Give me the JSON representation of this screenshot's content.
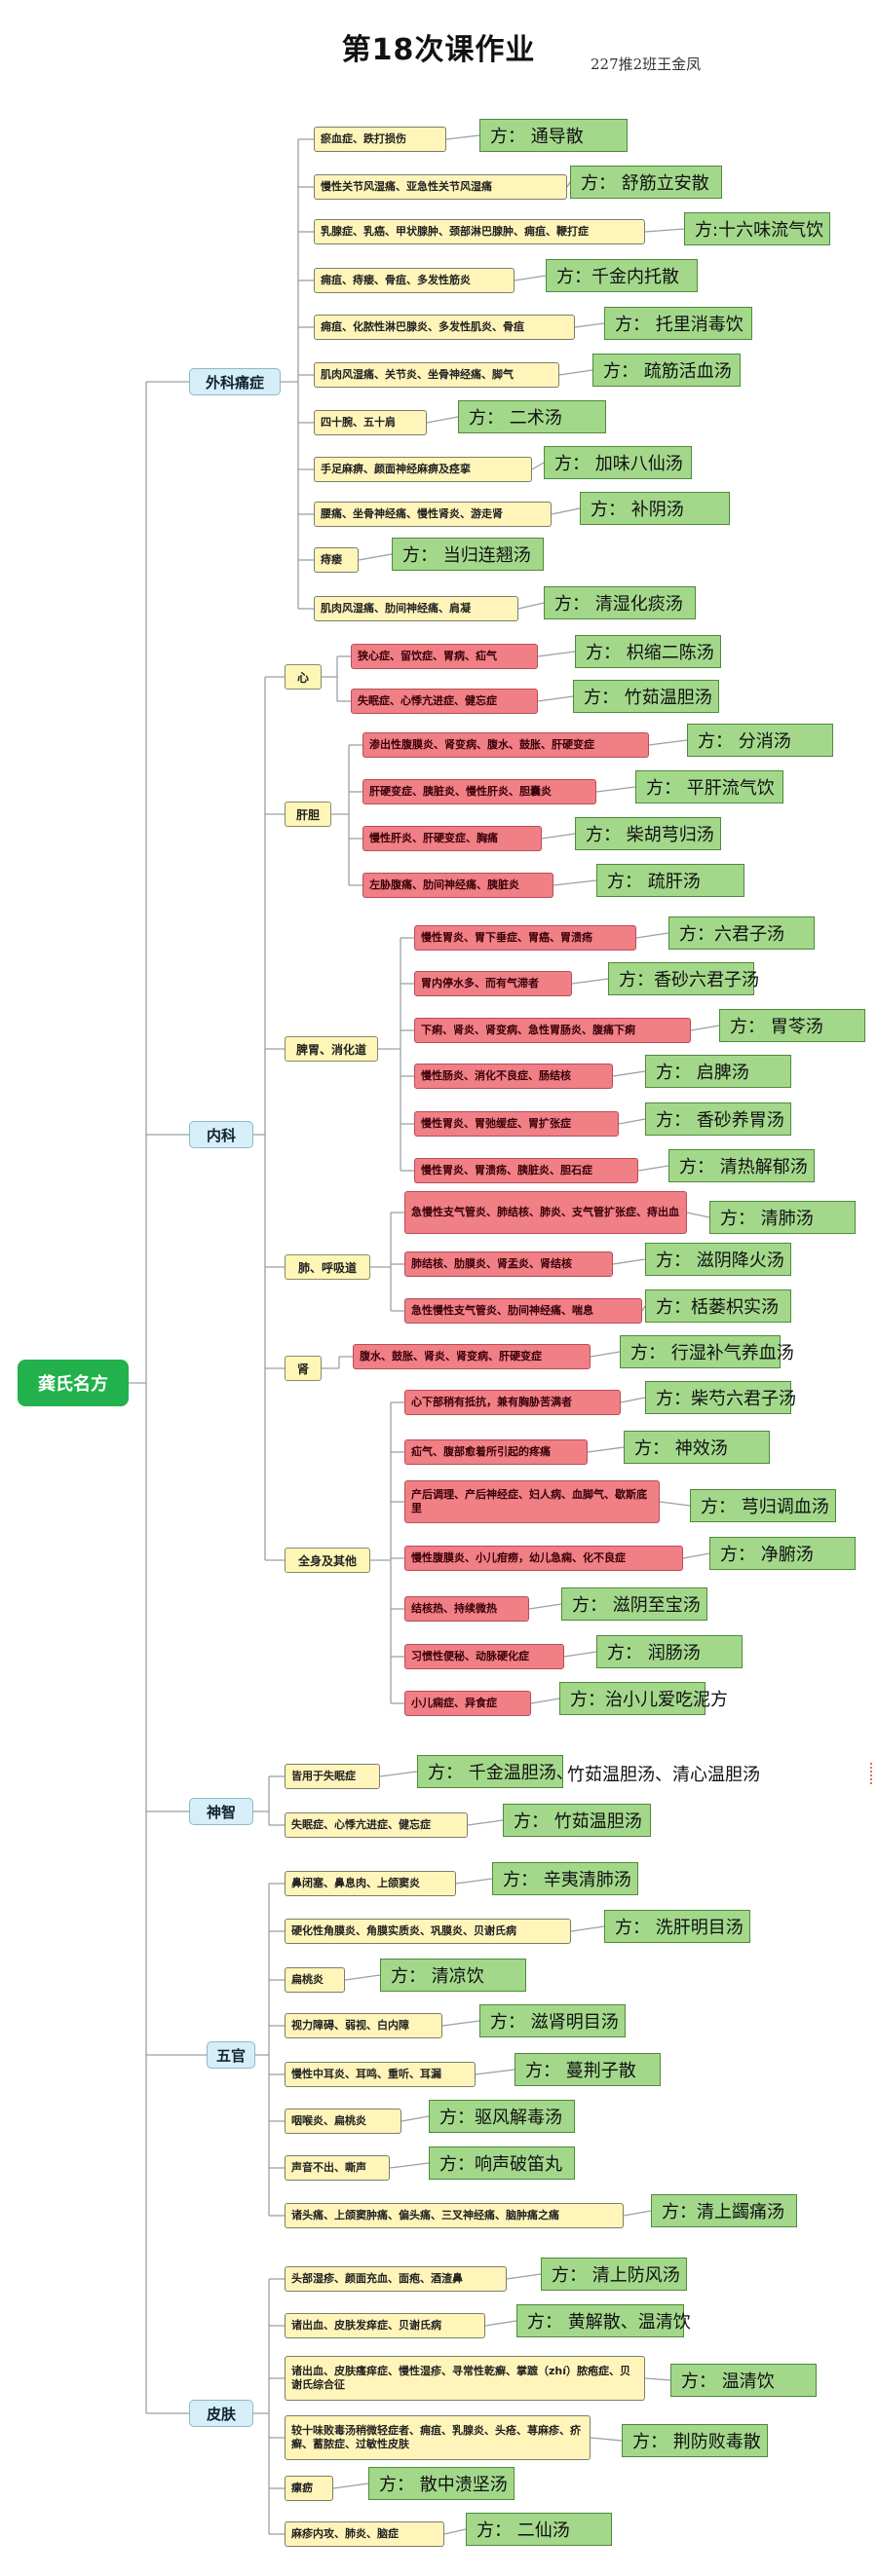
{
  "title": "第18次课作业",
  "subtitle": "227推2班王金凤",
  "root": "龚氏名方",
  "categories": [
    {
      "label": "外科痛症",
      "groups": [
        {
          "label": "",
          "items": [
            {
              "sym": "瘀血症、跌打损伤",
              "fang": "方：   通导散"
            },
            {
              "sym": "慢性关节风湿痛、亚急性关节风湿痛",
              "fang": "方：  舒筋立安散"
            },
            {
              "sym": "乳腺症、乳癌、甲状腺肿、颈部淋巴腺肿、痈疽、鞭打症",
              "fang": "方:十六味流气饮"
            },
            {
              "sym": "痈疽、痔瘘、骨疽、多发性筋炎",
              "fang": "方：千金内托散"
            },
            {
              "sym": "痈疽、化脓性淋巴腺炎、多发性肌炎、骨疽",
              "fang": "方：  托里消毒饮"
            },
            {
              "sym": "肌肉风湿痛、关节炎、坐骨神经痛、脚气",
              "fang": "方：  疏筋活血汤"
            },
            {
              "sym": "四十腕、五十肩",
              "fang": "方：   二术汤"
            },
            {
              "sym": "手足麻痹、颜面神经麻痹及痉挛",
              "fang": "方：  加味八仙汤"
            },
            {
              "sym": "腰痛、坐骨神经痛、慢性肾炎、游走肾",
              "fang": "方：   补阴汤"
            },
            {
              "sym": "痔瘘",
              "fang": "方：  当归连翘汤"
            },
            {
              "sym": "肌肉风湿痛、肋间神经痛、肩凝",
              "fang": "方：  清湿化痰汤"
            }
          ]
        }
      ]
    },
    {
      "label": "内科",
      "groups": [
        {
          "label": "心",
          "items": [
            {
              "sym": "狭心症、留饮症、胃病、疝气",
              "fang": "方：  枳缩二陈汤"
            },
            {
              "sym": "失眠症、心悸亢进症、健忘症",
              "fang": "方：  竹茹温胆汤"
            }
          ]
        },
        {
          "label": "肝胆",
          "items": [
            {
              "sym": "渗出性腹膜炎、肾变病、腹水、鼓胀、肝硬变症",
              "fang": "方：   分消汤"
            },
            {
              "sym": "肝硬变症、胰脏炎、慢性肝炎、胆囊炎",
              "fang": "方：  平肝流气饮"
            },
            {
              "sym": "慢性肝炎、肝硬变症、胸痛",
              "fang": "方：  柴胡芎归汤"
            },
            {
              "sym": "左胁腹痛、肋间神经痛、胰脏炎",
              "fang": "方：    疏肝汤"
            }
          ]
        },
        {
          "label": "脾胃、消化道",
          "items": [
            {
              "sym": "慢性胃炎、胃下垂症、胃癌、胃溃疡",
              "fang": "方：六君子汤"
            },
            {
              "sym": "胃内停水多、而有气滞者",
              "fang": "方：香砂六君子汤"
            },
            {
              "sym": "下痢、肾炎、肾变病、急性胃肠炎、腹痛下痢",
              "fang": "方：  胃苓汤"
            },
            {
              "sym": "慢性肠炎、消化不良症、肠结核",
              "fang": "方：  启脾汤"
            },
            {
              "sym": "慢性胃炎、胃弛缓症、胃扩张症",
              "fang": "方：  香砂养胃汤"
            },
            {
              "sym": "慢性胃炎、胃溃疡、胰脏炎、胆石症",
              "fang": "方：  清热解郁汤"
            }
          ]
        },
        {
          "label": "肺、呼吸道",
          "items": [
            {
              "sym": "急慢性支气管炎、肺结核、肺炎、支气管扩张症、痔出血",
              "fang": "方：   清肺汤"
            },
            {
              "sym": "肺结核、肋膜炎、肾盂炎、肾结核",
              "fang": "方：  滋阴降火汤"
            },
            {
              "sym": "急性慢性支气管炎、肋间神经痛、喘息",
              "fang": "方：栝蒌枳实汤"
            }
          ]
        },
        {
          "label": "肾",
          "items": [
            {
              "sym": "腹水、鼓胀、肾炎、肾变病、肝硬变症",
              "fang": "方：  行湿补气养血汤"
            }
          ]
        },
        {
          "label": "全身及其他",
          "items": [
            {
              "sym": "心下部稍有抵抗，兼有胸胁苦满者",
              "fang": "方：柴芍六君子汤"
            },
            {
              "sym": "疝气、腹部愈着所引起的疼痛",
              "fang": "方：  神效汤"
            },
            {
              "sym": "产后调理、产后神经症、妇人病、血脚气、歇斯底里",
              "fang": "方：  芎归调血汤"
            },
            {
              "sym": "慢性腹膜炎、小儿疳痨，幼儿急痫、化不良症",
              "fang": "方：    净腑汤"
            },
            {
              "sym": "结核热、持续微热",
              "fang": "方：  滋阴至宝汤"
            },
            {
              "sym": "习惯性便秘、动脉硬化症",
              "fang": "方：   润肠汤"
            },
            {
              "sym": "小儿痫症、异食症",
              "fang": "方：治小儿爱吃泥方"
            }
          ]
        }
      ]
    },
    {
      "label": "神智",
      "groups": [
        {
          "label": "",
          "items": [
            {
              "sym": "皆用于失眠症",
              "fang": "方：  千金温胆汤、",
              "extra": "竹茹温胆汤、清心温胆汤"
            },
            {
              "sym": "失眠症、心悸亢进症、健忘症",
              "fang": "方：  竹茹温胆汤"
            }
          ]
        }
      ]
    },
    {
      "label": "五官",
      "groups": [
        {
          "label": "",
          "items": [
            {
              "sym": "鼻闭塞、鼻息肉、上颌窦炎",
              "fang": "方：  辛夷清肺汤"
            },
            {
              "sym": "硬化性角膜炎、角膜实质炎、巩膜炎、贝谢氏病",
              "fang": "方：  洗肝明目汤"
            },
            {
              "sym": "扁桃炎",
              "fang": "方：  清凉饮"
            },
            {
              "sym": "视力障碍、弱视、白内障",
              "fang": "方：  滋肾明目汤"
            },
            {
              "sym": "慢性中耳炎、耳鸣、重听、耳漏",
              "fang": "方：   蔓荆子散"
            },
            {
              "sym": "咽喉炎、扁桃炎",
              "fang": "方：驱风解毒汤"
            },
            {
              "sym": "声音不出、嘶声",
              "fang": "方：响声破笛丸"
            },
            {
              "sym": "诸头痛、上颌窦肿痛、偏头痛、三叉神经痛、脑肿痛之痛",
              "fang": "方：清上蠲痛汤"
            }
          ]
        }
      ]
    },
    {
      "label": "皮肤",
      "groups": [
        {
          "label": "",
          "items": [
            {
              "sym": "头部湿疹、颜面充血、面疱、酒渣鼻",
              "fang": "方：  清上防风汤"
            },
            {
              "sym": "诸出血、皮肤发痒症、贝谢氏病",
              "fang": "方：  黄解散、温清饮"
            },
            {
              "sym": "诸出血、皮肤瘙痒症、慢性湿疹、寻常性乾癣、掌蹠（zhí）脓疱症、贝谢氏综合征",
              "fang": "方：  温清饮"
            },
            {
              "sym": "较十味败毒汤稍微轻症者、痈疽、乳腺炎、头疮、荨麻疹、疥癣、蓄脓症、过敏性皮肤",
              "fang": "方：  荆防败毒散"
            },
            {
              "sym": "瘰疬",
              "fang": "方：  散中溃坚汤"
            },
            {
              "sym": "麻疹内攻、肺炎、脑症",
              "fang": "方：    二仙汤"
            }
          ]
        }
      ]
    }
  ]
}
